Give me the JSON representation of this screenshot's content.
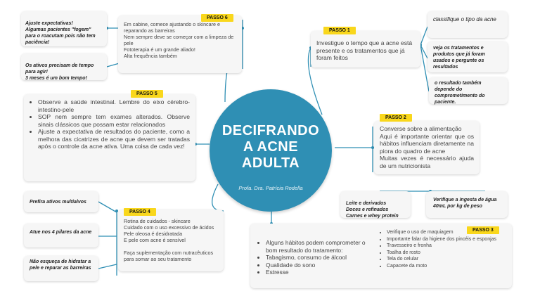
{
  "center": {
    "title_lines": [
      "DECIFRANDO",
      "A ACNE",
      "ADULTA"
    ],
    "author": "Profa. Dra. Patrícia Rodella"
  },
  "passo1": {
    "tag": "PASSO 1",
    "text": "Investigue o tempo que a acne está presente e os tratamentos que já foram feitos",
    "notes": [
      "classifique o tipo da acne",
      "veja os tratamentos e produtos que já foram usados e pergunte os resultados",
      "o resultado também depende do comprometimento do paciente."
    ]
  },
  "passo2": {
    "tag": "PASSO 2",
    "lines": [
      "Converse sobre a alimentação",
      "Aqui é importante orientar que os hábitos influenciam diretamente na piora do quadro de acne",
      "Muitas vezes é necessário ajuda de um nutricionista"
    ],
    "notes": [
      "Leite e derivados\nDoces e refinados\nCarnes e whey protein",
      "Verifique a ingesta de água 40mL por kg de peso"
    ]
  },
  "passo3": {
    "tag": "PASSO 3",
    "left_items": [
      "Alguns hábitos podem comprometer o bom resultado do tratamento:",
      "Tabagismo, consumo de álcool",
      "Qualidade do sono",
      "Estresse"
    ],
    "right_items": [
      "Verifique o uso de maquiagem",
      "Importante falar da higiene dos pincéis e esponjas",
      "Travesseiro e fronha",
      "Toalha de rosto",
      "Tela do celular",
      "Capacete da moto"
    ]
  },
  "passo4": {
    "tag": "PASSO 4",
    "lines": [
      "Rotina de cuidados - skincare",
      "Cuidado com o uso excessivo de ácidos",
      "Pele oleosa é desidratada",
      "E pele com acne é sensível",
      "",
      "Faça suplementação com nutracêuticos para somar ao seu tratamento"
    ],
    "notes": [
      "Prefira ativos multialvos",
      "Atue nos 4 pilares da acne",
      "Não esqueça de hidratar a pele e reparar as barreiras"
    ]
  },
  "passo5": {
    "tag": "PASSO 5",
    "items": [
      "Observe a saúde intestinal. Lembre do eixo cérebro-intestino-pele",
      "SOP nem sempre tem exames alterados. Observe sinais clássicos que possam estar relacionados",
      "Ajuste a expectativa de resultados do paciente, como a melhora das cicatrizes de acne que devem ser tratadas após o controle da acne ativa.  Uma coisa de cada vez!"
    ]
  },
  "passo6": {
    "tag": "PASSO 6",
    "lines": [
      "Em cabine, comece ajustando o skincare e reparando as barreiras",
      "Nem sempre deve se começar com a limpeza de pele",
      "Fototerapia é um grande aliado!",
      "Alta frequência também"
    ],
    "notes": [
      "Ajuste expectativas!\nAlgumas pacientes \"fogem\" para o roacutam pois não tem paciência!",
      "Os ativos precisam de tempo para agir!\n3 meses é um bom tempo!"
    ]
  },
  "colors": {
    "accent": "#2f8fb4",
    "tag": "#f9d71c",
    "card": "#f6f6f6"
  }
}
